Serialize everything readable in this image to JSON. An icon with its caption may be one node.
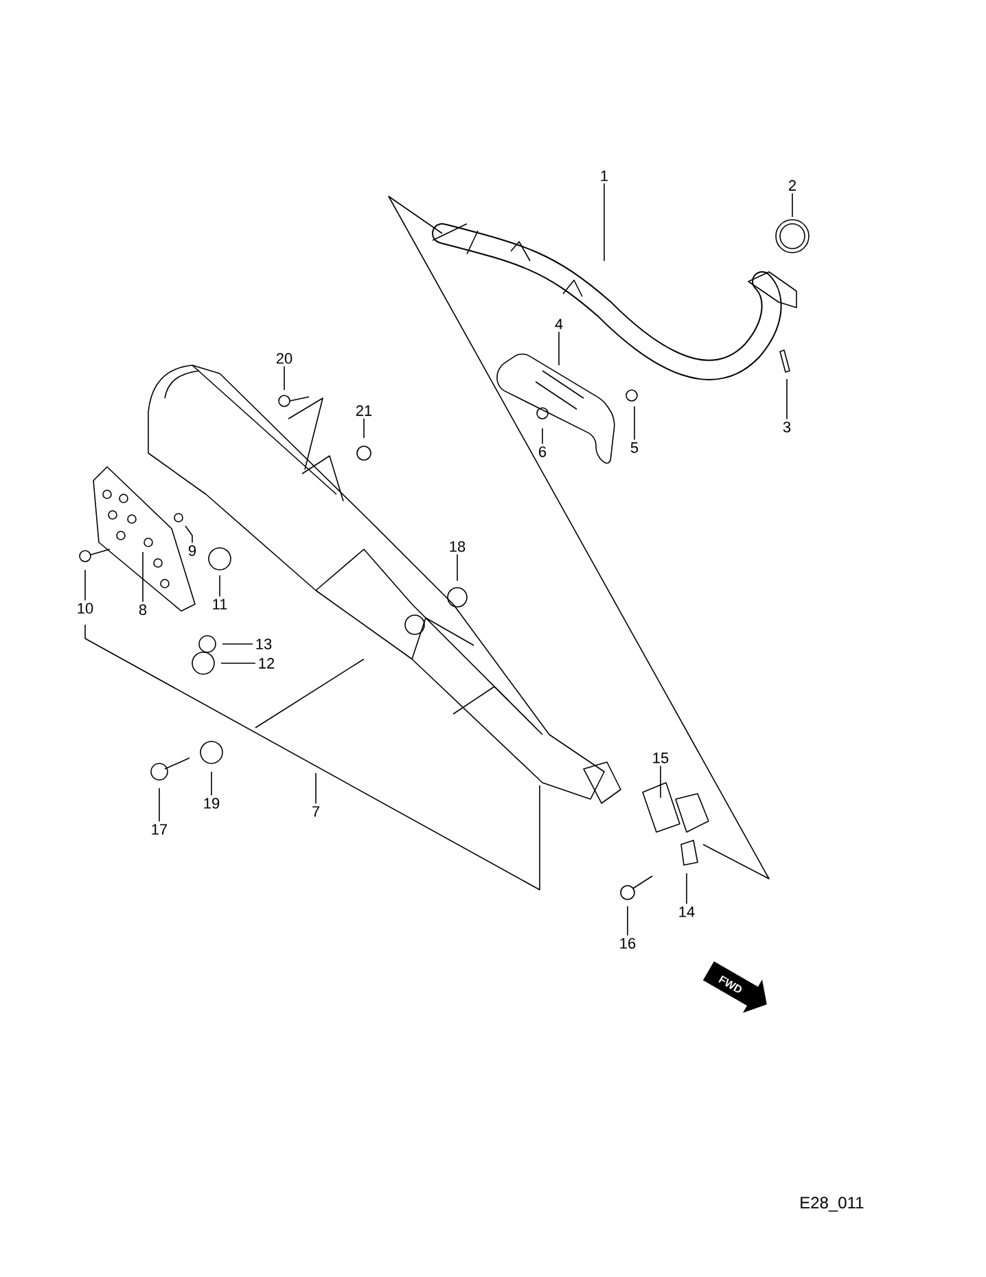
{
  "diagram": {
    "nodes": [
      {
        "text": [
          "1"
        ]
      },
      {
        "text": [
          "2"
        ]
      },
      {
        "text": [
          "3"
        ]
      },
      {
        "text": [
          "4"
        ]
      },
      {
        "text": [
          "5"
        ]
      },
      {
        "text": [
          "6"
        ]
      },
      {
        "text": [
          "7"
        ]
      },
      {
        "text": [
          "8"
        ]
      },
      {
        "text": [
          "9"
        ]
      },
      {
        "text": [
          "10"
        ]
      },
      {
        "text": [
          "11"
        ]
      },
      {
        "text": [
          "12"
        ]
      },
      {
        "text": [
          "13"
        ]
      },
      {
        "text": [
          "14"
        ]
      },
      {
        "text": [
          "15"
        ]
      },
      {
        "text": [
          "16"
        ]
      },
      {
        "text": [
          "17"
        ]
      },
      {
        "text": [
          "18"
        ]
      },
      {
        "text": [
          "19"
        ]
      },
      {
        "text": [
          "20"
        ]
      },
      {
        "text": [
          "21"
        ]
      }
    ],
    "edges": [
      {
        "from": 0,
        "to": null,
        "arrow": "none"
      },
      {
        "from": 1,
        "to": null,
        "arrow": "none"
      },
      {
        "from": 2,
        "to": null,
        "arrow": "none"
      },
      {
        "from": 3,
        "to": null,
        "arrow": "none"
      },
      {
        "from": 4,
        "to": null,
        "arrow": "none"
      },
      {
        "from": 5,
        "to": null,
        "arrow": "none"
      },
      {
        "from": 6,
        "to": null,
        "arrow": "none"
      },
      {
        "from": 7,
        "to": null,
        "arrow": "none"
      },
      {
        "from": 8,
        "to": null,
        "arrow": "none"
      },
      {
        "from": 9,
        "to": null,
        "arrow": "none"
      },
      {
        "from": 10,
        "to": null,
        "arrow": "none"
      },
      {
        "from": 11,
        "to": null,
        "arrow": "none"
      },
      {
        "from": 12,
        "to": null,
        "arrow": "none"
      },
      {
        "from": 13,
        "to": null,
        "arrow": "none"
      },
      {
        "from": 14,
        "to": null,
        "arrow": "none"
      },
      {
        "from": 15,
        "to": null,
        "arrow": "none"
      },
      {
        "from": 16,
        "to": null,
        "arrow": "none"
      },
      {
        "from": 17,
        "to": null,
        "arrow": "none"
      },
      {
        "from": 18,
        "to": null,
        "arrow": "none"
      },
      {
        "from": 19,
        "to": null,
        "arrow": "none"
      },
      {
        "from": 20,
        "to": null,
        "arrow": "none"
      }
    ],
    "labels": [
      "FWD",
      "E28_011"
    ]
  }
}
